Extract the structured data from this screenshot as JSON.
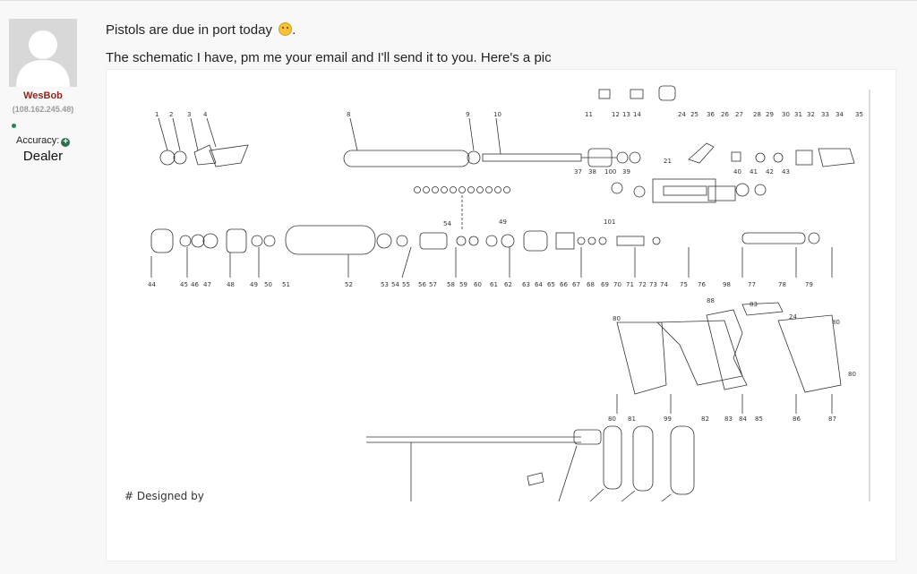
{
  "user": {
    "name": "WesBob",
    "ip": "(108.162.245.48)",
    "accuracy_label": "Accuracy:",
    "rank": "Dealer"
  },
  "message": {
    "line1": "Pistols are due in port today",
    "line1_suffix": ".",
    "line2": "The schematic I have, pm me your email and I'll send it to you. Here's a pic"
  },
  "schematic": {
    "credit": "# Designed by",
    "labels_top": [
      "1",
      "2",
      "3",
      "4",
      "8",
      "9",
      "10",
      "11",
      "12",
      "13",
      "14",
      "24",
      "25",
      "36",
      "26",
      "27",
      "28",
      "29",
      "30",
      "31",
      "32",
      "33",
      "34",
      "35"
    ],
    "labels_mid": [
      "37",
      "38",
      "100",
      "39",
      "21",
      "40",
      "41",
      "42",
      "43",
      "101",
      "54",
      "49"
    ],
    "labels_bottom": [
      "44",
      "45",
      "46",
      "47",
      "48",
      "49",
      "50",
      "51",
      "52",
      "53",
      "54",
      "55",
      "56",
      "57",
      "58",
      "59",
      "60",
      "61",
      "62",
      "63",
      "64",
      "65",
      "66",
      "67",
      "68",
      "69",
      "70",
      "71",
      "72",
      "73",
      "74",
      "75",
      "76",
      "98",
      "77",
      "78",
      "79"
    ],
    "labels_grip": [
      "88",
      "83",
      "80",
      "24",
      "80",
      "80",
      "80",
      "81",
      "99",
      "82",
      "83",
      "84",
      "85",
      "86",
      "87"
    ]
  },
  "colors": {
    "username": "#8b2a1d",
    "online": "#1d8a53"
  }
}
